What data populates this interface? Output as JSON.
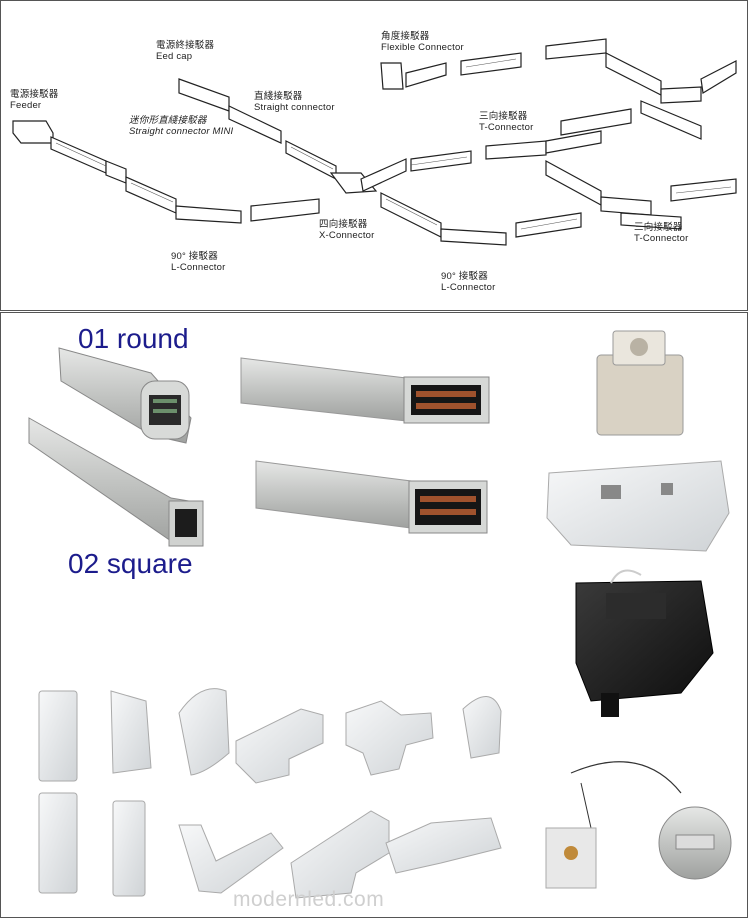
{
  "diagram": {
    "labels": {
      "end_cap": {
        "zh": "電源終接駁器",
        "en": "Eed cap"
      },
      "feeder": {
        "zh": "電源接駁器",
        "en": "Feeder"
      },
      "straight": {
        "zh": "直綫接駁器",
        "en": "Straight connector"
      },
      "mini": {
        "zh": "迷你形直綫接駁器",
        "en": "Straight connector MINI"
      },
      "flexible": {
        "zh": "角度接駁器",
        "en": "Flexible Connector"
      },
      "t_top": {
        "zh": "三向接駁器",
        "en": "T-Connector"
      },
      "t_right": {
        "zh": "三向接駁器",
        "en": "T-Connector"
      },
      "x": {
        "zh": "四向接駁器",
        "en": "X-Connector"
      },
      "l_left": {
        "zh": "90° 接駁器",
        "en": "L-Connector"
      },
      "l_right": {
        "zh": "90° 接駁器",
        "en": "L-Connector"
      }
    }
  },
  "products": {
    "profile_round_label": "01 round",
    "profile_square_label": "02 square",
    "watermark": "modernled.com"
  },
  "colors": {
    "label_blue": "#1c1c8c",
    "rail_silver": "#c9cbc9",
    "accessory_white": "#eceef0",
    "adapter_black": "#1a1a1a",
    "rail_copper": "#a0522d"
  }
}
